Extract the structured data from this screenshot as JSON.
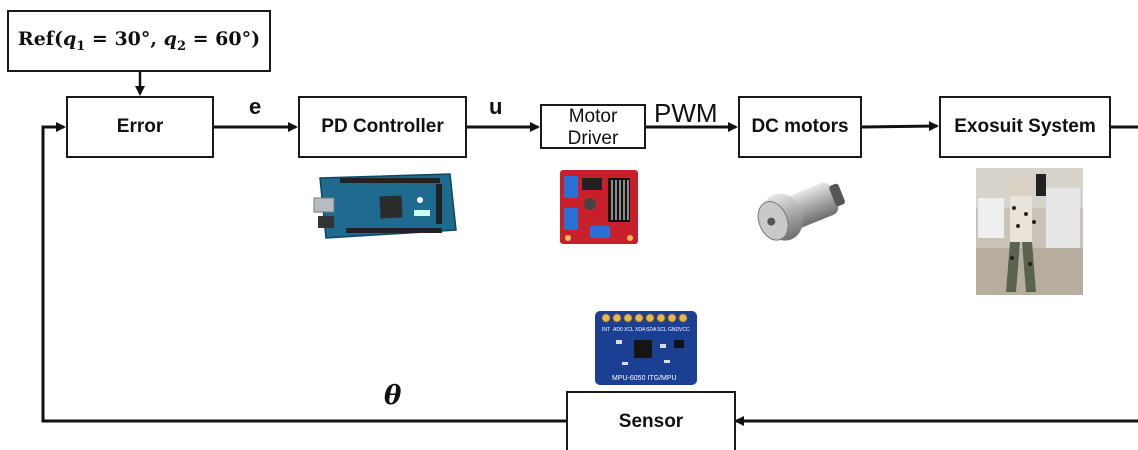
{
  "diagram": {
    "ref": {
      "prefix": "Ref(",
      "var1": "q",
      "sub1": "1",
      "eq1": " = 30°, ",
      "var2": "q",
      "sub2": "2",
      "eq2": " = 60°)"
    },
    "blocks": {
      "error": "Error",
      "pd_controller": "PD Controller",
      "motor_driver_line1": "Motor",
      "motor_driver_line2": "Driver",
      "dc_motors": "DC motors",
      "exosuit": "Exosuit System",
      "sensor": "Sensor"
    },
    "signals": {
      "e": "e",
      "u": "u",
      "pwm": "PWM",
      "theta": "θ"
    },
    "images": {
      "arduino": "arduino-board-icon",
      "motor_driver_board": "motor-driver-board-icon",
      "dc_motor": "dc-motor-icon",
      "exosuit_photo": "exosuit-photo-icon",
      "imu_sensor": "imu-sensor-board-icon"
    },
    "imu_label": "MPU-6050 ITG/MPU",
    "imu_pins": [
      "INT",
      "AD0",
      "XCL",
      "XDA",
      "SDA",
      "SCL",
      "GND",
      "VCC"
    ]
  }
}
